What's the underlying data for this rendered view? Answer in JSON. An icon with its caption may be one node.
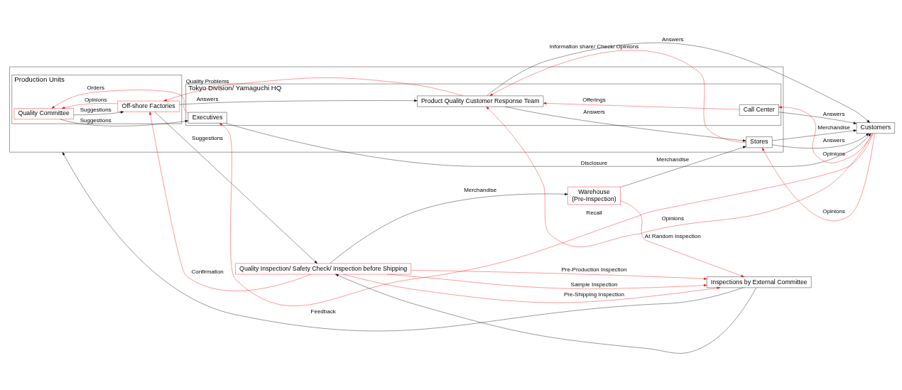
{
  "diagram": {
    "nodes": [
      {
        "text": [],
        "shape": "box"
      },
      {
        "text": [
          "Production Units"
        ],
        "in": 0
      },
      {
        "text": [
          "Quality Committee"
        ],
        "in": 1
      },
      {
        "text": [
          "Off-shore Factories"
        ],
        "in": 1
      },
      {
        "text": [
          "Tokyo Division/ Yamaguchi HQ"
        ],
        "in": 0
      },
      {
        "text": [
          "Executives"
        ],
        "in": 4
      },
      {
        "text": [
          "Call Center"
        ],
        "in": 4
      },
      {
        "text": [
          "Product Quality Customer Response Team"
        ],
        "in": 4
      },
      {
        "text": [
          "Stores"
        ],
        "in": 0
      },
      {
        "text": [
          "Quality Inspection/ Safety Check/ Inspection before Shipping"
        ]
      },
      {
        "text": [
          "Warehouse",
          "(Pre-Inspection)"
        ]
      },
      {
        "text": [
          "Inspections by External Committee"
        ]
      },
      {
        "text": [
          "Customers"
        ]
      }
    ],
    "edges": [
      {
        "from": 2,
        "to": 5,
        "arrow": "to",
        "label": "Suggestions"
      },
      {
        "from": 5,
        "to": 2,
        "arrow": "to",
        "label": "Orders",
        "color": "#ff0000"
      },
      {
        "from": 3,
        "to": 2,
        "arrow": "to",
        "label": "Opinions",
        "color": "#ff0000"
      },
      {
        "from": 2,
        "to": 3,
        "arrow": "to",
        "label": "Suggestions"
      },
      {
        "from": 3,
        "to": 7,
        "arrow": "to",
        "label": "Answers"
      },
      {
        "from": 7,
        "to": 3,
        "arrow": "to",
        "label": "Quality Problems",
        "color": "#ff0000"
      },
      {
        "from": 9,
        "to": 3,
        "arrow": "to",
        "label": "Confirmation",
        "color": "#ff0000"
      },
      {
        "from": 3,
        "to": 9,
        "arrow": "to",
        "label": "Suggestions"
      },
      {
        "from": 5,
        "to": 12,
        "arrow": "to",
        "label": "Disclosure"
      },
      {
        "from": 12,
        "to": 5,
        "arrow": "to",
        "label": "Recall",
        "color": "#ff0000"
      },
      {
        "from": 6,
        "to": 12,
        "arrow": "to",
        "label": "Answers"
      },
      {
        "from": 12,
        "to": 6,
        "arrow": "to",
        "label": "Opinions",
        "color": "#ff0000"
      },
      {
        "from": 6,
        "to": 7,
        "arrow": "to",
        "label": "Offerings",
        "color": "#ff0000"
      },
      {
        "from": 7,
        "to": 12,
        "arrow": "to",
        "label": "Answers"
      },
      {
        "from": 12,
        "to": 7,
        "arrow": "to",
        "label": "Opinions",
        "color": "#ff0000"
      },
      {
        "from": 8,
        "to": 7,
        "arrow": "to",
        "label": "Information share/ Check/ Opinions",
        "color": "#ff0000"
      },
      {
        "from": 7,
        "to": 8,
        "arrow": "to",
        "label": "Answers"
      },
      {
        "from": 8,
        "to": 12,
        "arrow": "to",
        "label": "Merchandise"
      },
      {
        "from": 8,
        "to": 12,
        "arrow": "to",
        "label": "Answers"
      },
      {
        "from": 12,
        "to": 8,
        "arrow": "to",
        "label": "Opinions",
        "color": "#ff0000"
      },
      {
        "from": 9,
        "to": 10,
        "arrow": "to",
        "label": "Merchandise"
      },
      {
        "from": 10,
        "to": 8,
        "arrow": "to",
        "label": "Merchandise"
      },
      {
        "from": 9,
        "to": 11,
        "arrow": "to",
        "label": "Sample Inspection",
        "color": "#ff0000"
      },
      {
        "from": 9,
        "to": 11,
        "arrow": "to",
        "label": "Pre-Production Inspection",
        "color": "#ff0000"
      },
      {
        "from": 9,
        "to": 11,
        "arrow": "to",
        "label": "Pre-Shipping Inspection",
        "color": "#ff0000"
      },
      {
        "from": 10,
        "to": 11,
        "arrow": "to",
        "label": "At Random Inspection",
        "color": "#ff0000"
      },
      {
        "from": 11,
        "to": 0,
        "arrow": "to",
        "label": "Feedback"
      },
      {
        "from": 11,
        "to": 9,
        "arrow": "to"
      }
    ]
  }
}
